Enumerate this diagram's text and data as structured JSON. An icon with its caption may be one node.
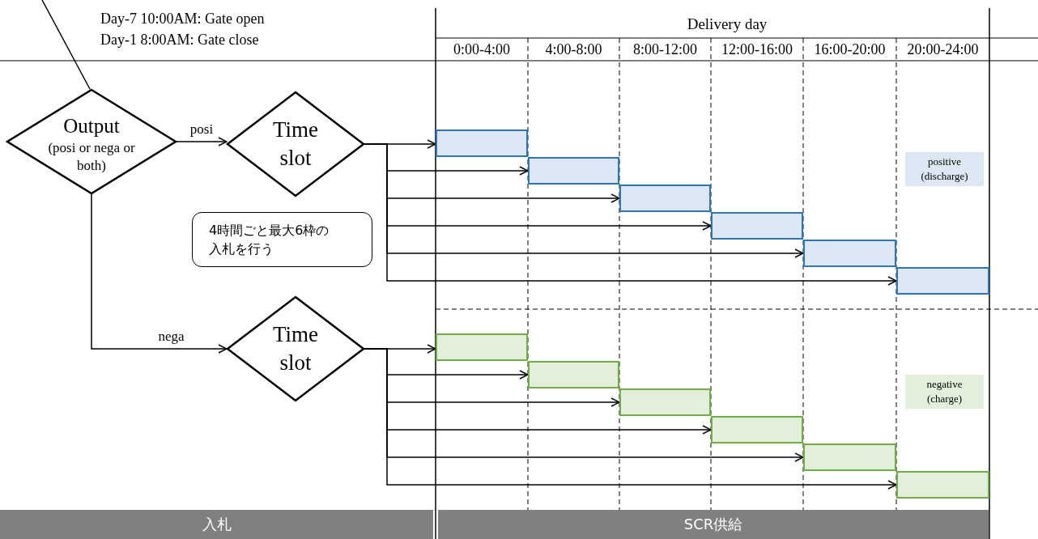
{
  "diagram": {
    "nodes": [
      {
        "text": [
          "Output",
          "(posi or nega or both)"
        ]
      },
      {
        "text": [
          "Time slot"
        ]
      },
      {
        "text": [
          "Time slot"
        ]
      },
      {
        "text": [],
        "shape": "bar"
      },
      {
        "text": [],
        "shape": "bar"
      },
      {
        "text": [],
        "shape": "bar"
      },
      {
        "text": [],
        "shape": "bar"
      },
      {
        "text": [],
        "shape": "bar"
      },
      {
        "text": [],
        "shape": "bar"
      },
      {
        "text": [],
        "shape": "bar"
      },
      {
        "text": [],
        "shape": "bar"
      },
      {
        "text": [],
        "shape": "bar"
      },
      {
        "text": [],
        "shape": "bar"
      },
      {
        "text": [],
        "shape": "bar"
      },
      {
        "text": [],
        "shape": "bar"
      },
      {
        "text": [
          "4時間ごと最大6枠の入札を行う"
        ]
      },
      {
        "text": [
          "入札"
        ]
      },
      {
        "text": [
          "SCR供給"
        ]
      }
    ],
    "edges": [
      {
        "from": null,
        "to": 0,
        "arrow": "none"
      },
      {
        "from": 0,
        "to": 1,
        "arrow": "to",
        "label": "posi"
      },
      {
        "from": 0,
        "to": 2,
        "arrow": "to",
        "label": "nega"
      },
      {
        "from": 1,
        "to": 3,
        "arrow": "to"
      },
      {
        "from": 1,
        "to": 4,
        "arrow": "to"
      },
      {
        "from": 1,
        "to": 5,
        "arrow": "to"
      },
      {
        "from": 1,
        "to": 6,
        "arrow": "to"
      },
      {
        "from": 1,
        "to": 7,
        "arrow": "to"
      },
      {
        "from": 1,
        "to": 8,
        "arrow": "to"
      },
      {
        "from": 2,
        "to": 9,
        "arrow": "to"
      },
      {
        "from": 2,
        "to": 10,
        "arrow": "to"
      },
      {
        "from": 2,
        "to": 11,
        "arrow": "to"
      },
      {
        "from": 2,
        "to": 12,
        "arrow": "to"
      },
      {
        "from": 2,
        "to": 13,
        "arrow": "to"
      },
      {
        "from": 2,
        "to": 14,
        "arrow": "to"
      }
    ],
    "labels": [
      "Day-7 10:00AM: Gate open",
      "Day-1 8:00AM: Gate close",
      "Delivery day",
      "0:00-4:00",
      "4:00-8:00",
      "8:00-12:00",
      "12:00-16:00",
      "16:00-20:00",
      "20:00-24:00"
    ],
    "legend": [
      {
        "text": "positive (discharge)",
        "color": "#dde8f5"
      },
      {
        "text": "negative (charge)",
        "color": "#e2efda"
      }
    ]
  }
}
